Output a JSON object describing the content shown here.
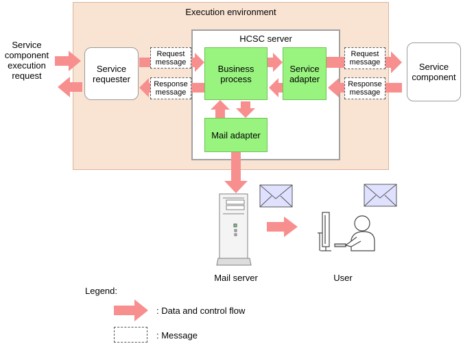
{
  "environment": {
    "title": "Execution environment"
  },
  "server": {
    "title": "HCSC server"
  },
  "request_text": "Service\ncomponent\nexecution\nrequest",
  "service_requester": "Service\nrequester",
  "business_process": "Business\nprocess",
  "service_adapter": "Service\nadapter",
  "mail_adapter": "Mail adapter",
  "service_component": "Service\ncomponent",
  "messages": {
    "request": "Request\nmessage",
    "response": "Response\nmessage"
  },
  "mail_server": "Mail server",
  "user": "User",
  "legend": {
    "title": "Legend:",
    "flow": ": Data and control flow",
    "message": ": Message"
  },
  "colors": {
    "environment_fill": "#f9e3d3",
    "environment_border": "#d9b49b",
    "component_fill": "#99f37f",
    "arrow": "#f78f8f",
    "envelope": "#dfe1ff"
  }
}
